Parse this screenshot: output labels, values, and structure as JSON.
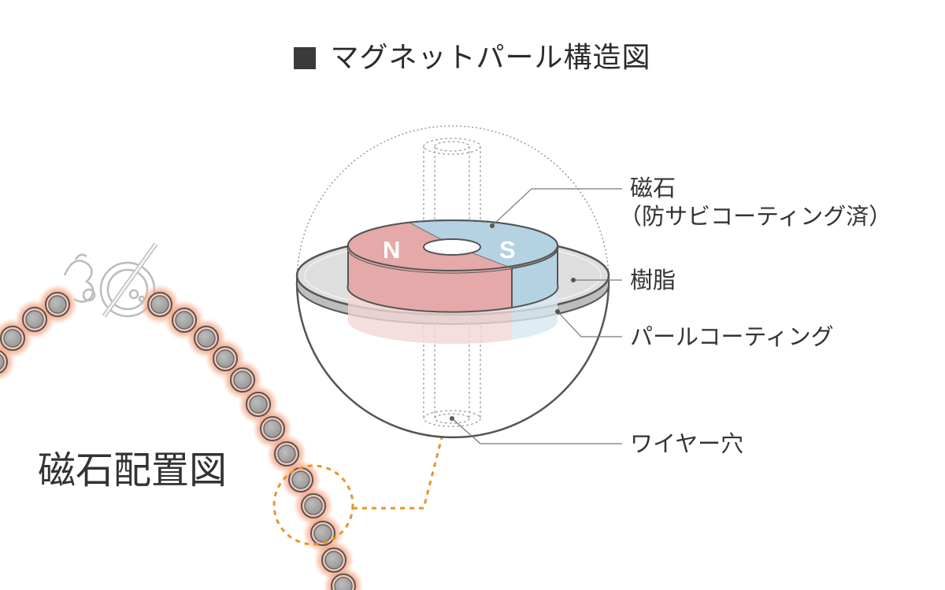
{
  "title": "マグネットパール構造図",
  "labels": {
    "magnet_line1": "磁石",
    "magnet_line2": "（防サビコーティング済）",
    "resin": "樹脂",
    "pearl_coating": "パールコーティング",
    "wire_hole": "ワイヤー穴",
    "magnet_layout": "磁石配置図"
  },
  "poles": {
    "north": "N",
    "south": "S"
  },
  "colors": {
    "north": "#e4a9a8",
    "south": "#b4d2e2",
    "glow": "#f0906e",
    "bead": "#a3a3a3",
    "dashed_highlight": "#e8952c",
    "coating": "#d0d0d0"
  }
}
